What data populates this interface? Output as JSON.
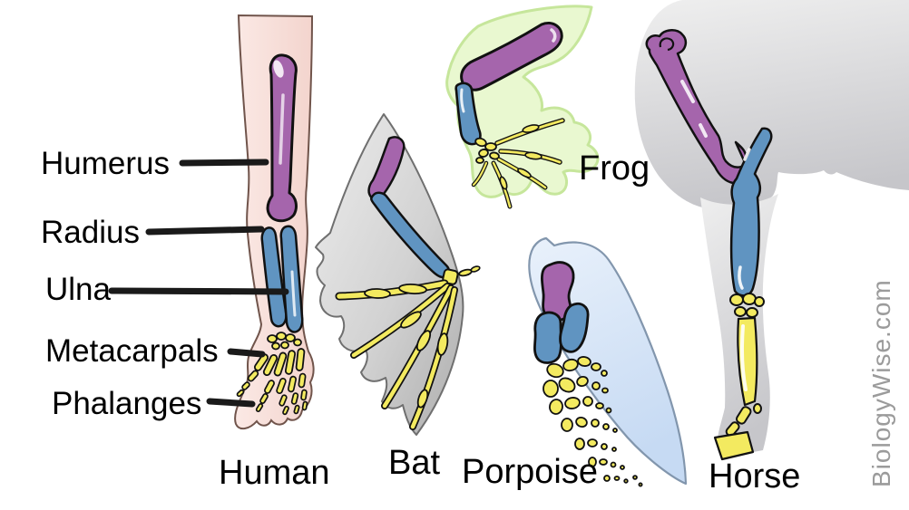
{
  "bone_labels": {
    "humerus": "Humerus",
    "radius": "Radius",
    "ulna": "Ulna",
    "metacarpals": "Metacarpals",
    "phalanges": "Phalanges"
  },
  "animal_captions": {
    "human": "Human",
    "bat": "Bat",
    "frog": "Frog",
    "porpoise": "Porpoise",
    "horse": "Horse"
  },
  "watermark": "BiologyWise.com",
  "palette": {
    "humerus-bone": "#a565ac",
    "radius-ulna-bone": "#6094c1",
    "hand-bones": "#f3ea60",
    "human-skin": "#f8dfda",
    "skin-outline": "#70544b",
    "bat-membrane": "#cccccc",
    "frog-body": "#e9f8d0",
    "frog-outline": "#c6e69b",
    "porpoise-body": "#dce9f8",
    "porpoise-outline": "#8296ad",
    "horse-body": "#dcdcde",
    "bone-outline": "#111111",
    "label-text": "#000000",
    "watermark-text": "#9b9b9b"
  }
}
